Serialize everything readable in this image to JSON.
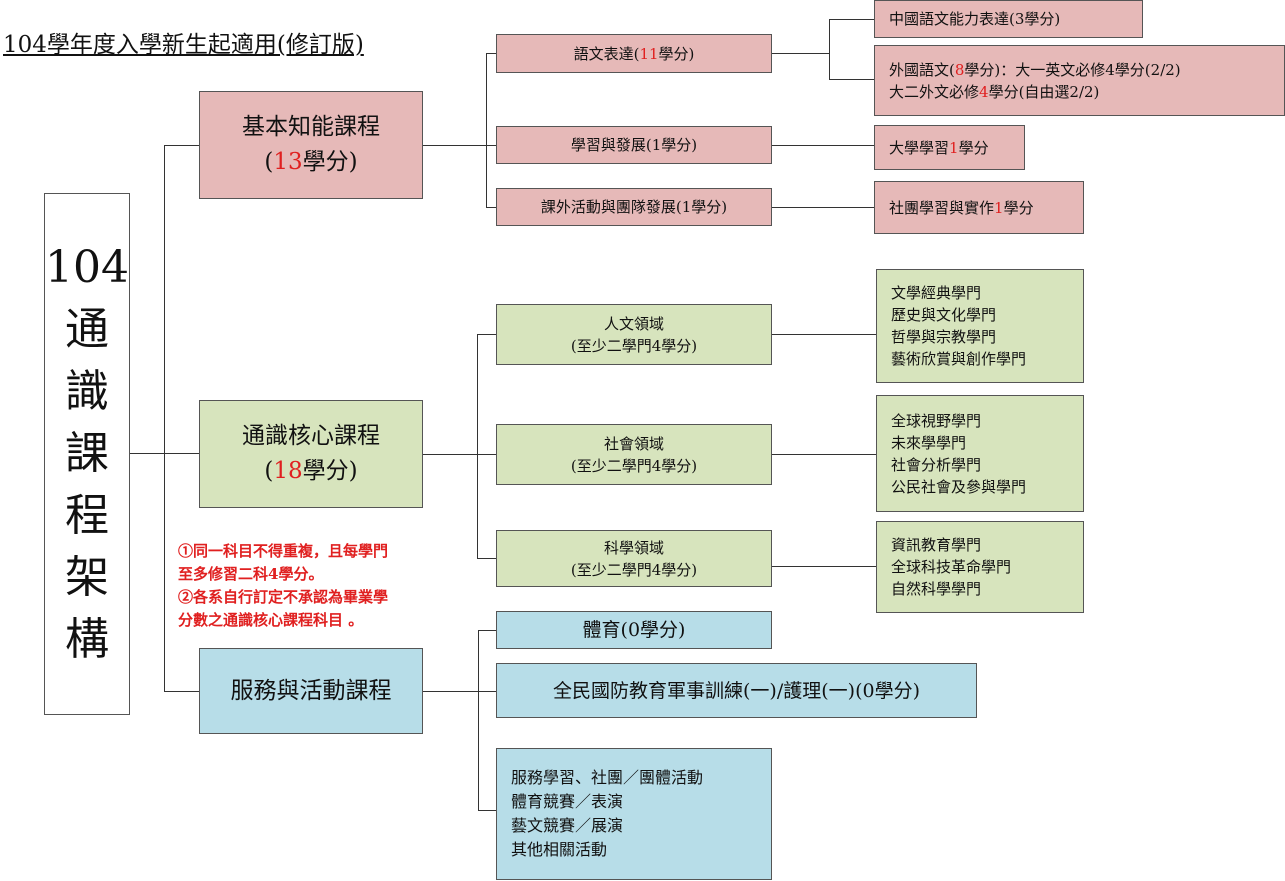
{
  "header": {
    "title": "104學年度入學新生起適用(修訂版)"
  },
  "root": {
    "chars": [
      "104",
      "通",
      "識",
      "課",
      "程",
      "架",
      "構"
    ]
  },
  "basic": {
    "title": "基本知能課程",
    "credits_prefix": "(",
    "credits_num": "13",
    "credits_suffix": "學分)",
    "lang": {
      "prefix": "語文表達(",
      "num": "11",
      "suffix": "學分)"
    },
    "learn": "學習與發展(1學分)",
    "extra": "課外活動與團隊發展(1學分)",
    "chinese": "中國語文能力表達(3學分)",
    "foreign": {
      "p1": "外國語文(",
      "num1": "8",
      "p2": "學分)：大一英文必修4學分(2/2)",
      "p3": "大二外文必修",
      "num2": "4",
      "p4": "學分(自由選2/2)"
    },
    "uni": {
      "prefix": "大學學習",
      "num": "1",
      "suffix": "學分"
    },
    "club": {
      "prefix": "社團學習與實作",
      "num": "1",
      "suffix": "學分"
    }
  },
  "core": {
    "title": "通識核心課程",
    "credits_prefix": "(",
    "credits_num": "18",
    "credits_suffix": "學分)",
    "domains": [
      {
        "name": "人文領域",
        "req": "(至少二學門4學分)",
        "subjects": [
          "文學經典學門",
          "歷史與文化學門",
          "哲學與宗教學門",
          "藝術欣賞與創作學門"
        ]
      },
      {
        "name": "社會領域",
        "req": "(至少二學門4學分)",
        "subjects": [
          "全球視野學門",
          "未來學學門",
          "社會分析學門",
          "公民社會及參與學門"
        ]
      },
      {
        "name": "科學領域",
        "req": "(至少二學門4學分)",
        "subjects": [
          "資訊教育學門",
          "全球科技革命學門",
          "自然科學學門"
        ]
      }
    ],
    "notes": [
      "①同一科目不得重複，且每學門",
      "至多修習二科4學分。",
      "②各系自行訂定不承認為畢業學",
      "分數之通識核心課程科目  。"
    ]
  },
  "service": {
    "title": "服務與活動課程",
    "pe": "體育(0學分)",
    "defense": "全民國防教育軍事訓練(一)/護理(一)(0學分)",
    "activities": [
      "服務學習、社團／團體活動",
      "體育競賽／表演",
      "藝文競賽／展演",
      "其他相關活動"
    ]
  },
  "colors": {
    "pink": "#e6b9b8",
    "green": "#d7e4bd",
    "blue": "#b7dde8",
    "accent_red": "#e02020"
  }
}
